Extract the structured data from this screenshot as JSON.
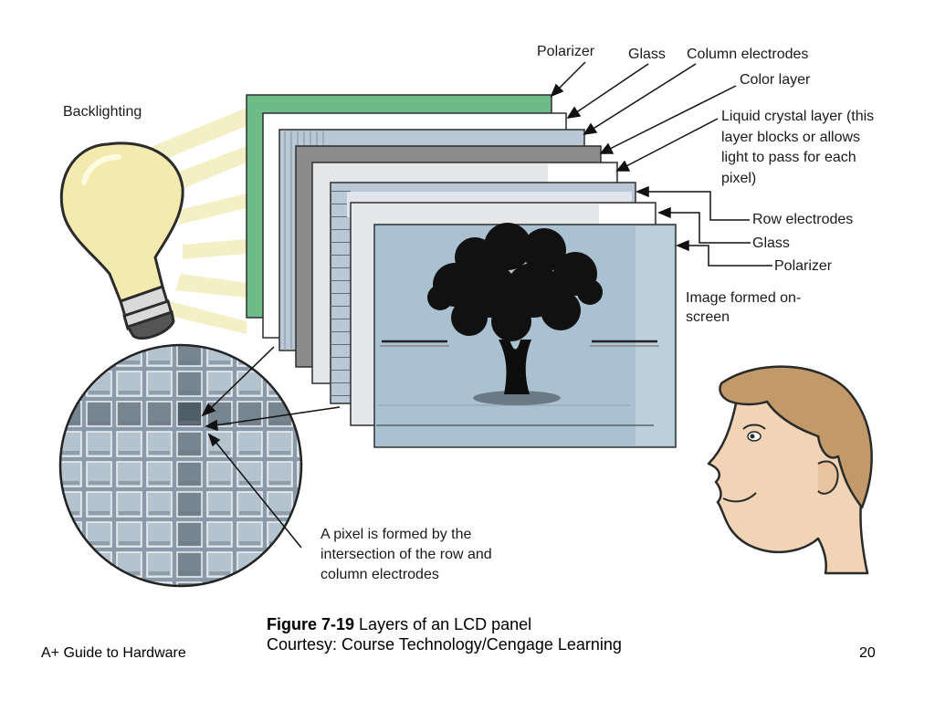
{
  "labels": {
    "backlighting": "Backlighting",
    "polarizer_back": "Polarizer",
    "glass_back": "Glass",
    "column_electrodes": "Column electrodes",
    "color_layer": "Color layer",
    "liquid_crystal": "Liquid crystal layer (this layer blocks or allows light to pass for each pixel)",
    "row_electrodes": "Row electrodes",
    "glass_front": "Glass",
    "polarizer_front": "Polarizer",
    "image_formed": "Image formed on-screen",
    "pixel_note": "A pixel is formed by the intersection of the row and column electrodes"
  },
  "caption": {
    "figure_number": "Figure 7-19",
    "figure_title": "Layers of an LCD panel",
    "courtesy": "Courtesy: Course Technology/Cengage Learning"
  },
  "footer": {
    "left": "A+ Guide to Hardware",
    "page_number": "20"
  },
  "colors": {
    "polarizer_green": "#6dbb86",
    "panel_blue": "#a9c1d0",
    "electrode_blue": "#b9c8d4",
    "color_layer_gray": "#8c8c8c",
    "bulb_yellow": "#f3eab0"
  },
  "icons": {
    "bulb": "light-bulb-icon",
    "face": "viewer-face-icon",
    "tree": "tree-image-icon"
  }
}
